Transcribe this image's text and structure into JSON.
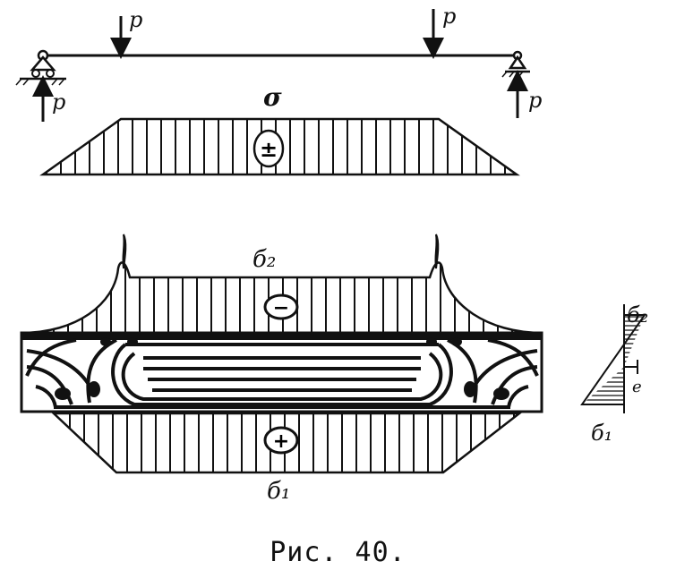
{
  "labels": {
    "p_load_left": "p",
    "p_load_right": "p",
    "p_react_left": "p",
    "p_react_right": "p",
    "sigma_beam": "σ",
    "sign_beam": "±",
    "sigma2": "б₂",
    "sign_top": "−",
    "sigma1": "б₁",
    "sign_bottom": "+",
    "sigma2_small": "б₂",
    "sigma1_small": "б₁",
    "e_label": "e"
  },
  "caption": "Рис. 40."
}
